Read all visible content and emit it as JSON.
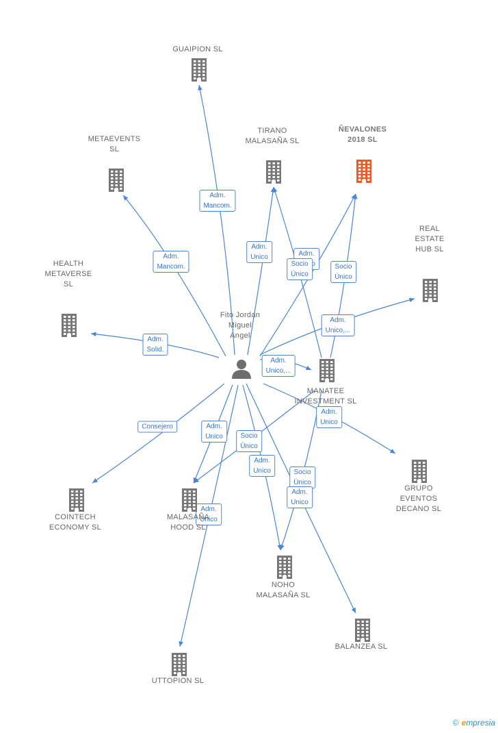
{
  "center": {
    "name": "Fito Jordan\nMiguel\nAngel"
  },
  "nodes": [
    {
      "id": "guaipion",
      "label": "GUAIPION  SL",
      "highlight": false
    },
    {
      "id": "metaevents",
      "label": "METAEVENTS\nSL",
      "highlight": false
    },
    {
      "id": "tirano",
      "label": "TIRANO\nMALASAÑA  SL",
      "highlight": false
    },
    {
      "id": "nevalones",
      "label": "ÑEVALONES\n2018  SL",
      "highlight": true
    },
    {
      "id": "realestate",
      "label": "REAL\nESTATE\nHUB  SL",
      "highlight": false
    },
    {
      "id": "health",
      "label": "HEALTH\nMETAVERSE\nSL",
      "highlight": false
    },
    {
      "id": "manatee",
      "label": "MANATEE\nINVESTMENT SL",
      "highlight": false
    },
    {
      "id": "grupo",
      "label": "GRUPO\nEVENTOS\nDECANO  SL",
      "highlight": false
    },
    {
      "id": "cointech",
      "label": "COINTECH\nECONOMY  SL",
      "highlight": false
    },
    {
      "id": "malasahood",
      "label": "MALASAÑA\nHOOD  SL",
      "highlight": false
    },
    {
      "id": "noho",
      "label": "NOHO\nMALASAÑA  SL",
      "highlight": false
    },
    {
      "id": "balanzea",
      "label": "BALANZEA  SL",
      "highlight": false
    },
    {
      "id": "uttopion",
      "label": "UTTOPION  SL",
      "highlight": false
    }
  ],
  "edges": [
    {
      "from": "center",
      "to": "guaipion",
      "label": "Adm.\nMancom."
    },
    {
      "from": "center",
      "to": "metaevents",
      "label": "Adm.\nMancom."
    },
    {
      "from": "center",
      "to": "tirano",
      "label": "Adm.\nUnico"
    },
    {
      "from": "center",
      "to": "nevalones",
      "label": "Adm.\nUnico"
    },
    {
      "from": "manatee",
      "to": "tirano",
      "label": "Socio\nÚnico"
    },
    {
      "from": "manatee",
      "to": "nevalones",
      "label": "Socio\nÚnico"
    },
    {
      "from": "center",
      "to": "realestate",
      "label": "Adm.\nUnico,..."
    },
    {
      "from": "center",
      "to": "health",
      "label": "Adm.\nSolid."
    },
    {
      "from": "center",
      "to": "manatee",
      "label": "Adm.\nUnico,..."
    },
    {
      "from": "center",
      "to": "grupo",
      "label": "Adm.\nUnico"
    },
    {
      "from": "center",
      "to": "cointech",
      "label": "Consejero"
    },
    {
      "from": "center",
      "to": "malasahood",
      "label": "Adm.\nUnico"
    },
    {
      "from": "manatee",
      "to": "malasahood",
      "label": "Socio\nÚnico"
    },
    {
      "from": "center",
      "to": "noho",
      "label": "Adm.\nUnico"
    },
    {
      "from": "manatee",
      "to": "noho",
      "label": "Socio\nÚnico"
    },
    {
      "from": "center",
      "to": "balanzea",
      "label": "Adm.\nUnico"
    },
    {
      "from": "center",
      "to": "uttopion",
      "label": "Adm.\nUnico"
    }
  ],
  "brand": {
    "copyright": "©",
    "initial": "e",
    "rest": "mpresia"
  },
  "colors": {
    "edge": "#4a86d4",
    "building": "#777777",
    "highlight": "#f05a28",
    "person": "#6e6e6e"
  }
}
